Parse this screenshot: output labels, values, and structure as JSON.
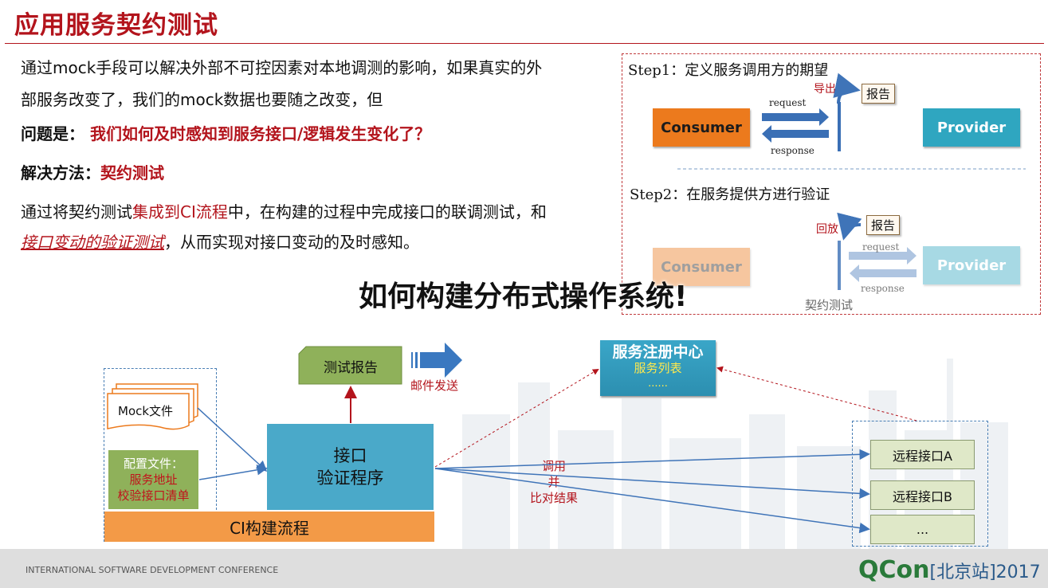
{
  "title": "应用服务契约测试",
  "intro": {
    "line1": "通过mock手段可以解决外部不可控因素对本地调测的影响，如果真实的外",
    "line2": "部服务改变了，我们的mock数据也要随之改变，但"
  },
  "question": {
    "label": "问题是：",
    "text": "我们如何及时感知到服务接口/逻辑发生变化了？"
  },
  "solution": {
    "label": "解决方法：",
    "text": "契约测试"
  },
  "method": {
    "part1": "通过将契约测试",
    "part2": "集成到CI流程",
    "part3": "中，在构建的过程中完成接口的联调测试，和",
    "part4": "接口变动的验证测试",
    "part5": "，从而实现对接口变动的及时感知。"
  },
  "step1": {
    "title": "Step1：定义服务调用方的期望",
    "consumer": "Consumer",
    "provider": "Provider",
    "request": "request",
    "response": "response",
    "export": "导出",
    "report": "报告"
  },
  "step2": {
    "title": "Step2：在服务提供方进行验证",
    "consumer": "Consumer",
    "provider": "Provider",
    "request": "request",
    "response": "response",
    "replay": "回放",
    "report": "报告",
    "contract_test": "契约测试"
  },
  "overlay_title": "如何构建分布式操作系统!",
  "ci": {
    "mock_file": "Mock文件",
    "config_title": "配置文件：",
    "config_line1": "服务地址",
    "config_line2": "校验接口清单",
    "verifier_line1": "接口",
    "verifier_line2": "验证程序",
    "ci_flow": "CI构建流程",
    "test_report": "测试报告",
    "email": "邮件发送",
    "registry_title": "服务注册中心",
    "registry_list": "服务列表",
    "registry_more": "......",
    "call_line1": "调用",
    "call_line2": "并",
    "call_line3": "比对结果",
    "remote_a": "远程接口A",
    "remote_b": "远程接口B",
    "remote_more": "..."
  },
  "footer": {
    "conference": "INTERNATIONAL SOFTWARE DEVELOPMENT CONFERENCE",
    "brand": "QCon",
    "city": "[北京站]",
    "year": "2017"
  },
  "colors": {
    "accent_red": "#b3141c",
    "consumer_orange": "#ec7a1d",
    "provider_blue": "#2fa6c0",
    "verifier_blue": "#4aa9c9",
    "ci_orange": "#f39a47",
    "report_green": "#8fb15a",
    "remote_green": "#dfe8c8"
  }
}
